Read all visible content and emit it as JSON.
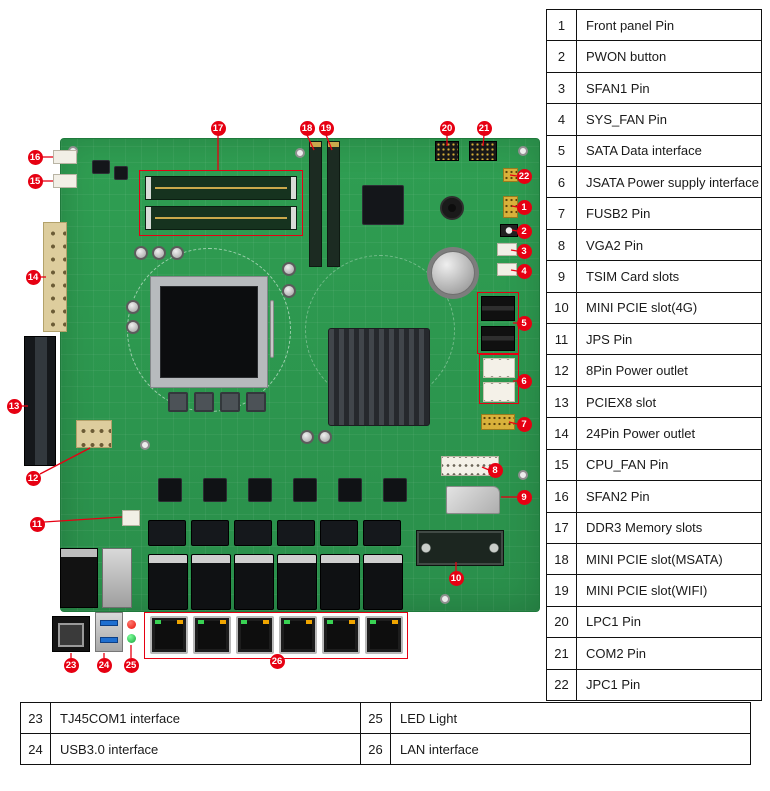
{
  "legend": {
    "rows": [
      {
        "num": "1",
        "label": "Front panel Pin"
      },
      {
        "num": "2",
        "label": "PWON button"
      },
      {
        "num": "3",
        "label": "SFAN1 Pin"
      },
      {
        "num": "4",
        "label": "SYS_FAN Pin"
      },
      {
        "num": "5",
        "label": "SATA Data interface"
      },
      {
        "num": "6",
        "label": "JSATA Power supply interface"
      },
      {
        "num": "7",
        "label": "FUSB2 Pin"
      },
      {
        "num": "8",
        "label": "VGA2 Pin"
      },
      {
        "num": "9",
        "label": "TSIM Card slots"
      },
      {
        "num": "10",
        "label": "MINI PCIE slot(4G)"
      },
      {
        "num": "11",
        "label": "JPS Pin"
      },
      {
        "num": "12",
        "label": "8Pin Power outlet"
      },
      {
        "num": "13",
        "label": "PCIEX8 slot"
      },
      {
        "num": "14",
        "label": "24Pin Power outlet"
      },
      {
        "num": "15",
        "label": "CPU_FAN Pin"
      },
      {
        "num": "16",
        "label": "SFAN2 Pin"
      },
      {
        "num": "17",
        "label": "DDR3 Memory slots"
      },
      {
        "num": "18",
        "label": "MINI PCIE slot(MSATA)"
      },
      {
        "num": "19",
        "label": "MINI PCIE slot(WIFI)"
      },
      {
        "num": "20",
        "label": "LPC1 Pin"
      },
      {
        "num": "21",
        "label": "COM2 Pin"
      },
      {
        "num": "22",
        "label": "JPC1 Pin"
      }
    ]
  },
  "legend_bottom": {
    "rows": [
      {
        "num": "23",
        "label": "TJ45COM1 interface",
        "num2": "25",
        "label2": "LED Light"
      },
      {
        "num": "24",
        "label": "USB3.0 interface",
        "num2": "26",
        "label2": "LAN interface"
      }
    ]
  },
  "callouts": [
    "1",
    "2",
    "3",
    "4",
    "5",
    "6",
    "7",
    "8",
    "9",
    "10",
    "11",
    "12",
    "13",
    "14",
    "15",
    "16",
    "17",
    "18",
    "19",
    "20",
    "21",
    "22",
    "23",
    "24",
    "25",
    "26"
  ],
  "colors": {
    "callout_red": "#e60012",
    "pcb_green": "#2f9e52"
  }
}
